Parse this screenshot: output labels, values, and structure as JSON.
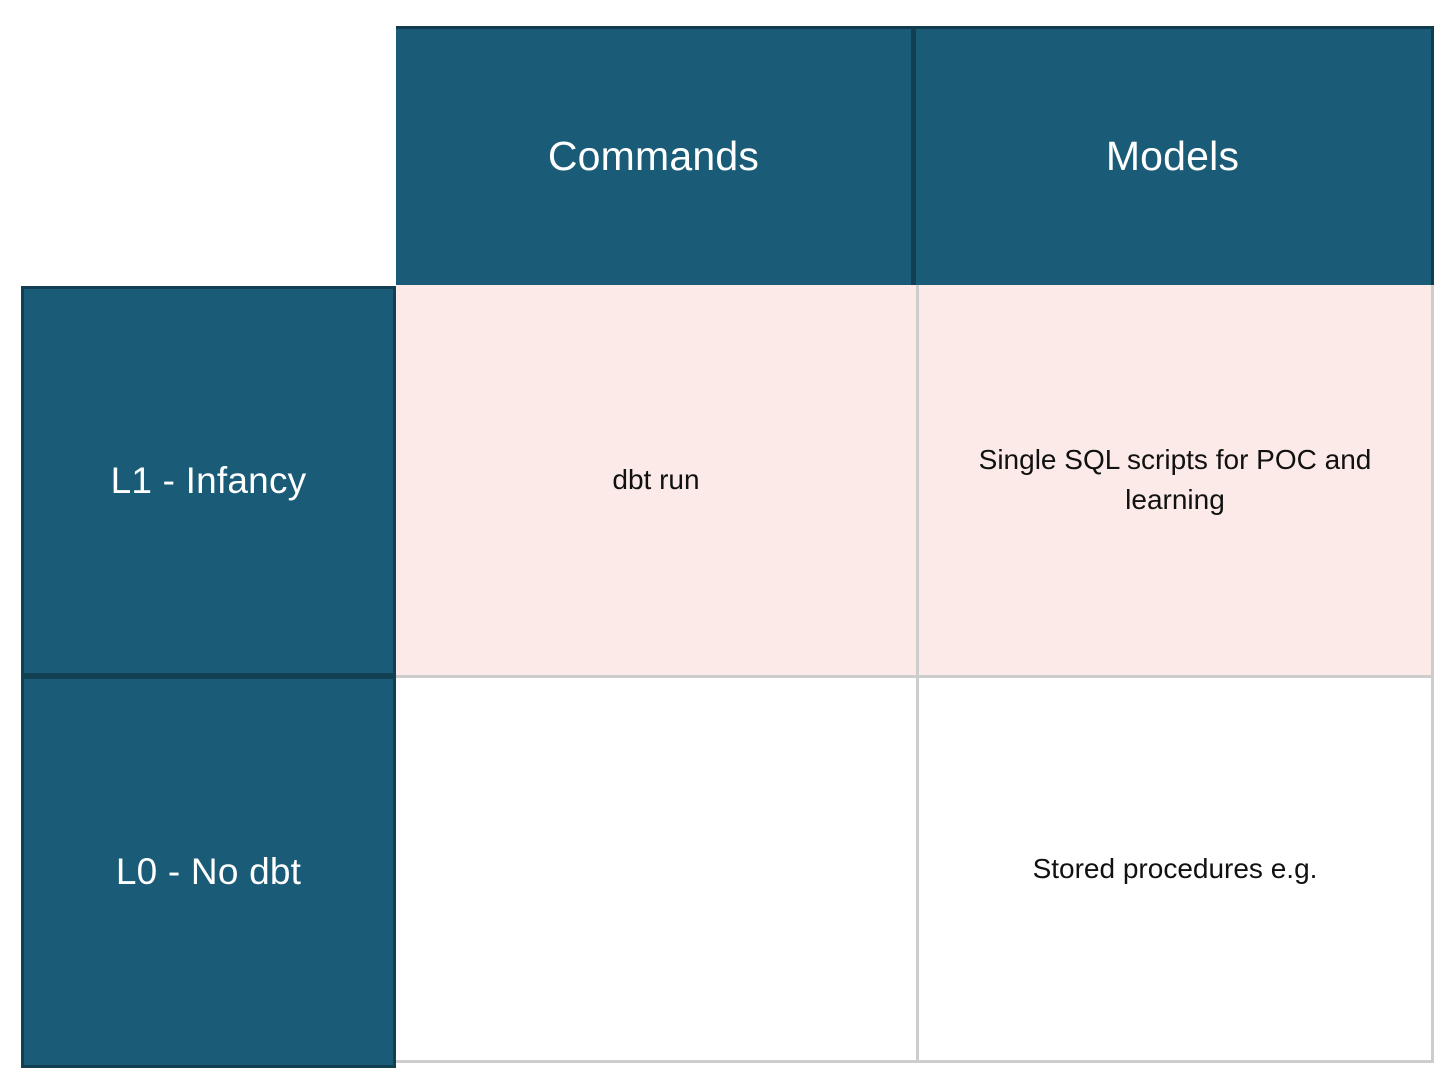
{
  "matrix": {
    "column_headers": [
      {
        "label": "Commands",
        "name": "commands"
      },
      {
        "label": "Models",
        "name": "models"
      }
    ],
    "row_headers": [
      {
        "label": "L1 - Infancy",
        "name": "l1-infancy"
      },
      {
        "label": "L0 - No dbt",
        "name": "l0-no-dbt"
      }
    ],
    "rows": [
      {
        "header": "L1 - Infancy",
        "cells": [
          {
            "commands": "dbt run"
          },
          {
            "models": "Single SQL scripts for POC and learning"
          }
        ]
      },
      {
        "header": "L0 - No dbt",
        "cells": [
          {
            "commands": ""
          },
          {
            "models": "Stored procedures e.g."
          }
        ]
      }
    ],
    "cell_values": {
      "r1c1": "dbt run",
      "r1c2": "Single SQL scripts for POC and learning",
      "r2c1": "",
      "r2c2": "Stored procedures e.g."
    },
    "colors": {
      "header_teal": "#1a5c78",
      "header_border": "#123f52",
      "row1_fill": "#fbeae7",
      "row2_fill": "#ffffff",
      "gridline": "#cdcdcd",
      "header_text": "#ffffff",
      "body_text": "#111111"
    }
  }
}
